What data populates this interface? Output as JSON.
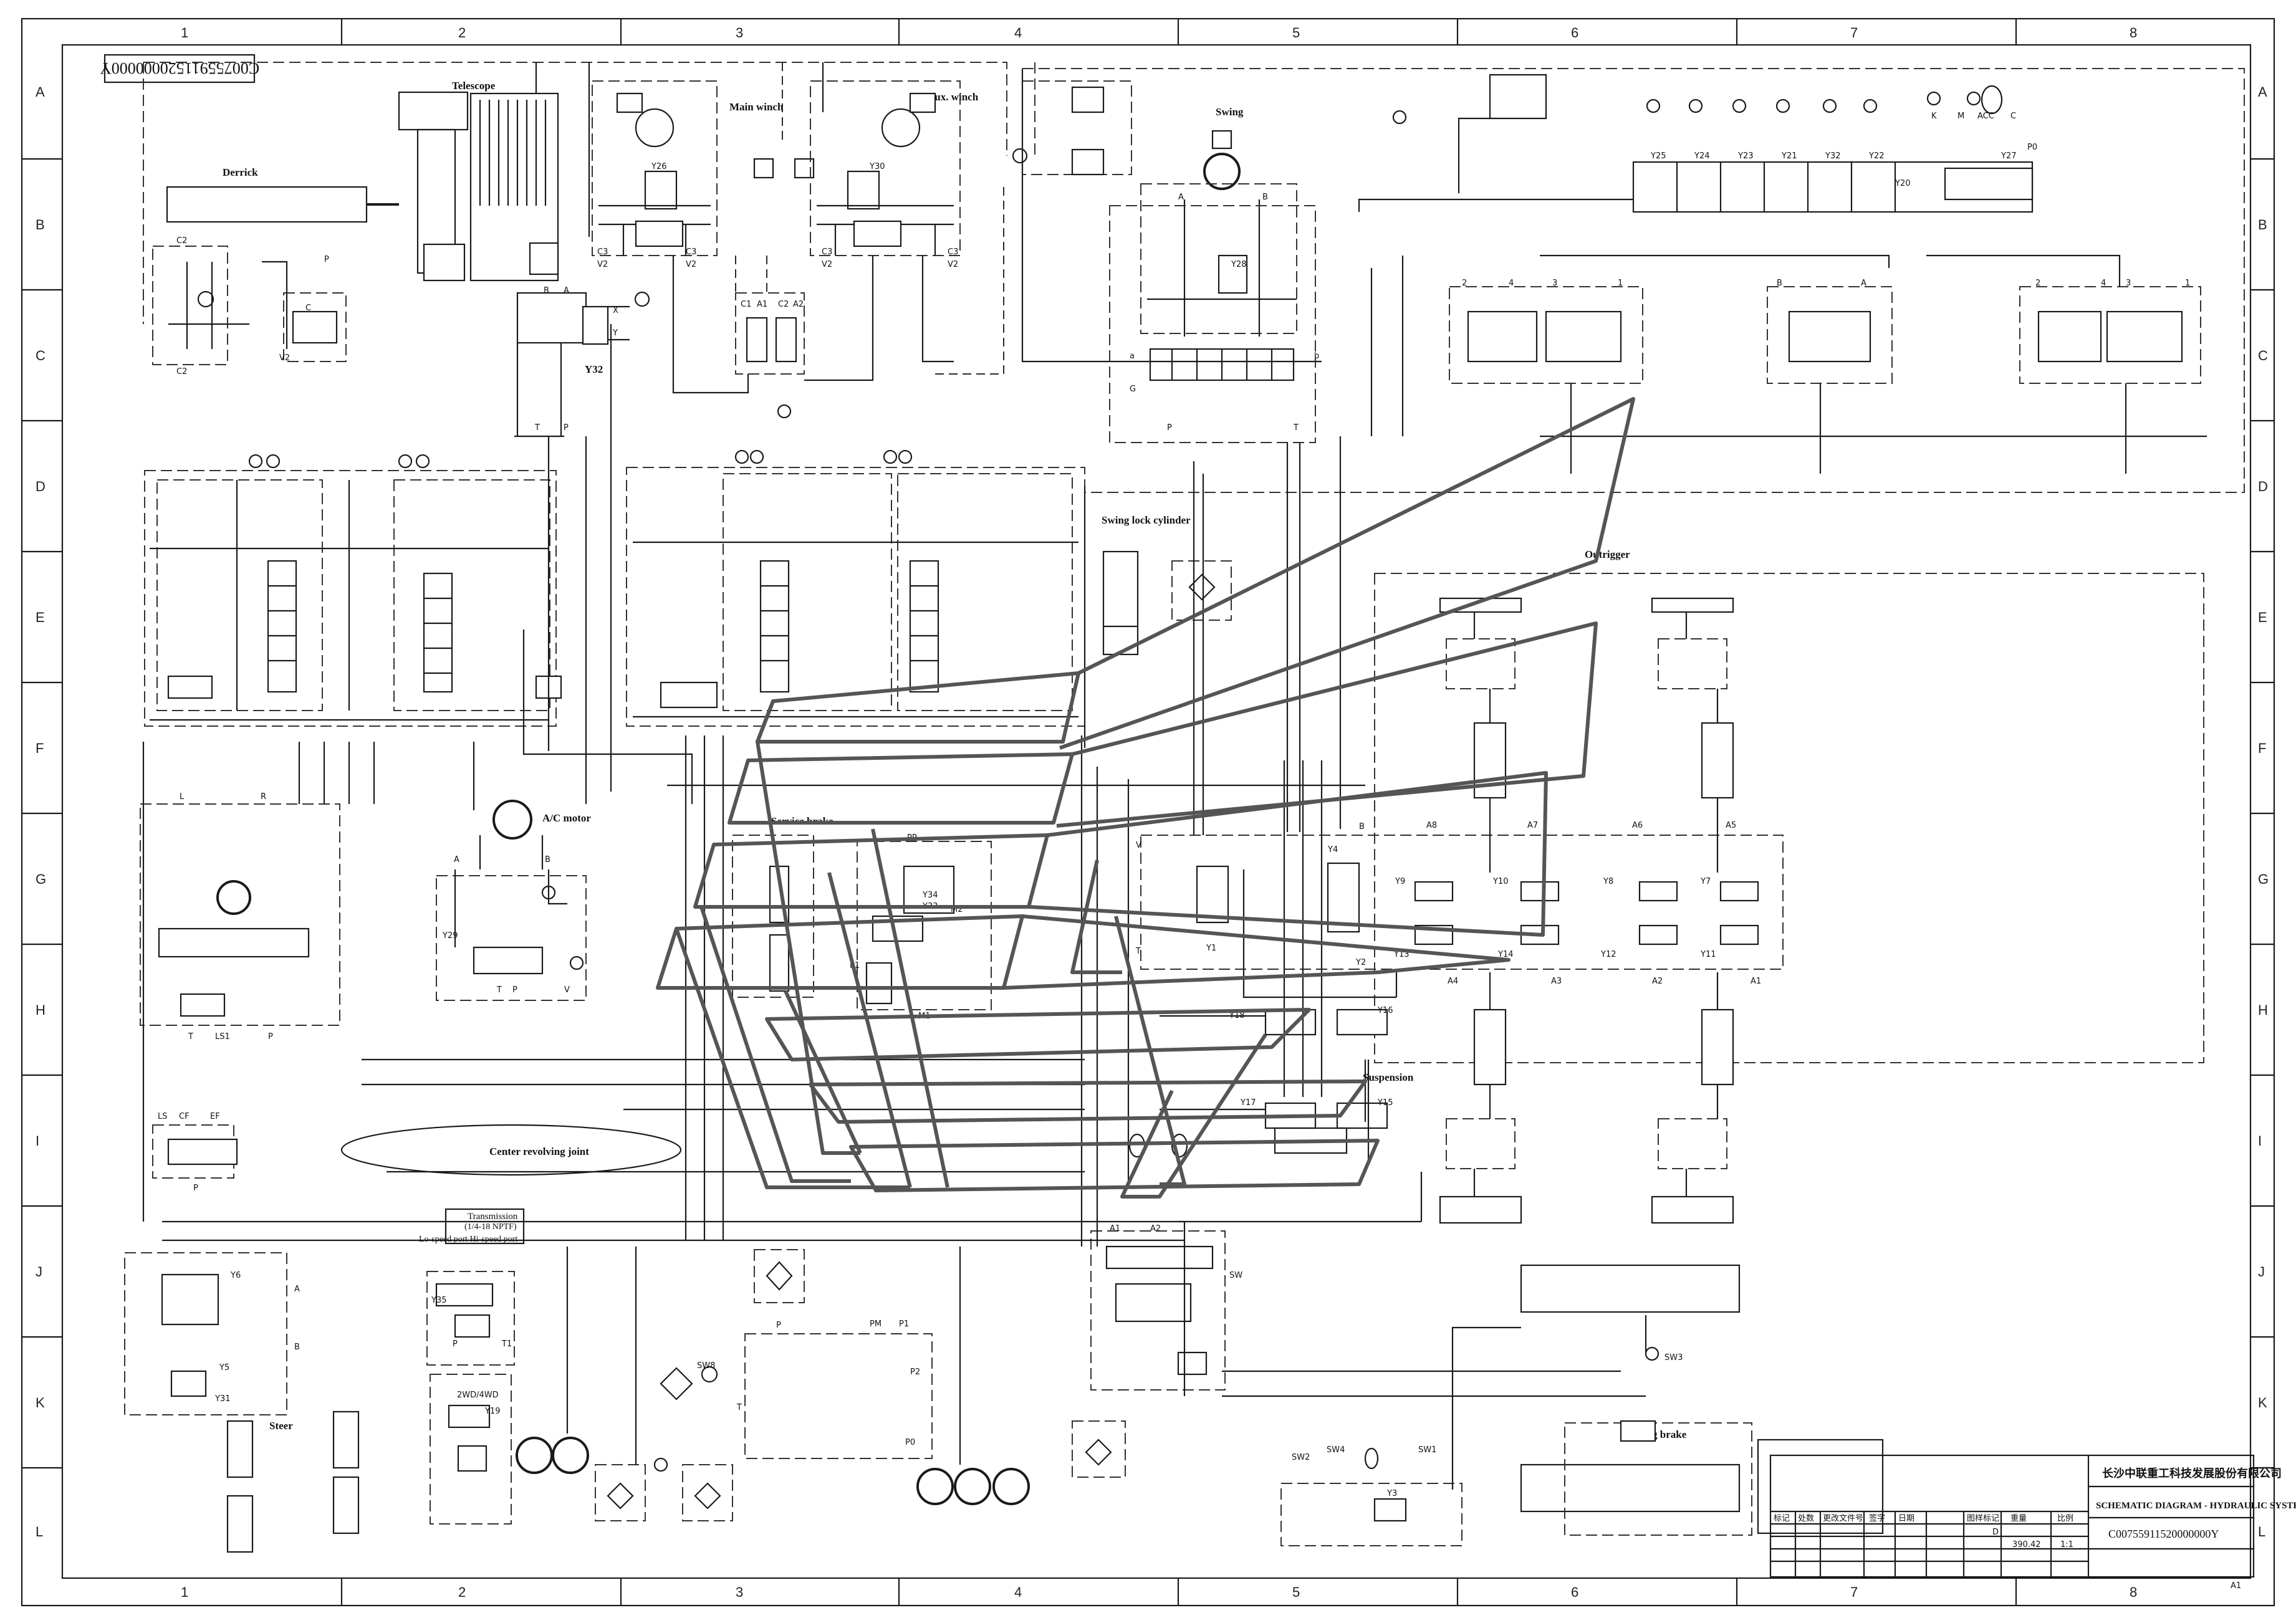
{
  "drawing_number_stamp": "C00755911520000000Y",
  "grid": {
    "columns": [
      "1",
      "2",
      "3",
      "4",
      "5",
      "6",
      "7",
      "8"
    ],
    "rows": [
      "A",
      "B",
      "C",
      "D",
      "E",
      "F",
      "G",
      "H",
      "I",
      "J",
      "K",
      "L"
    ]
  },
  "labels": {
    "derrick": "Derrick",
    "telescope": "Telescope",
    "main_winch": "Main winch",
    "aux_winch": "Aux. winch",
    "swing": "Swing",
    "swing_lock_cylinder": "Swing lock cylinder",
    "outrigger": "Outrigger",
    "service_brake": "Service brake",
    "ac_motor": "A/C motor",
    "center_revolving_joint": "Center revolving joint",
    "suspension": "Suspension",
    "steer": "Steer",
    "transmission": "Transmission",
    "transmission_spec": "(1/4-18 NPTF)",
    "transmission_ports": "Lo-speed port  Hi-speed port",
    "parking_brake": "Parking brake",
    "mode_2wd_4wd": "2WD/4WD"
  },
  "solenoids": [
    "Y32",
    "Y26",
    "Y30",
    "Y29",
    "Y28",
    "Y25",
    "Y24",
    "Y23",
    "Y21",
    "Y32",
    "Y22",
    "Y20",
    "Y27",
    "Y4",
    "Y9",
    "Y10",
    "Y8",
    "Y7",
    "Y13",
    "Y14",
    "Y12",
    "Y11",
    "Y1",
    "Y2",
    "Y18",
    "Y16",
    "Y17",
    "Y15",
    "Y6",
    "Y5",
    "Y31",
    "Y35",
    "Y19",
    "Y3",
    "Y34",
    "Y33"
  ],
  "switches": [
    "SW8",
    "SW3",
    "SW2",
    "SW4",
    "SW1",
    "SW"
  ],
  "ports": [
    "A",
    "B",
    "P",
    "T",
    "C2",
    "C3",
    "V2",
    "X",
    "Y",
    "LS",
    "LS1",
    "CF",
    "EF",
    "PM",
    "P1",
    "P2",
    "P0",
    "A1",
    "A2",
    "A3",
    "A4",
    "A5",
    "A6",
    "A7",
    "A8",
    "K",
    "M",
    "ACC",
    "C",
    "PP",
    "M1",
    "M2"
  ],
  "title_block": {
    "company": "长沙中联重工科技发展股份有限公司",
    "title": "SCHEMATIC DIAGRAM - HYDRAULIC SYSTEM",
    "drawing_no": "C00755911520000000Y",
    "weight": "390.42",
    "scale": "1:1",
    "stage": "D",
    "headers": [
      "图样标记",
      "重量",
      "比例"
    ],
    "rows_left": [
      "标记",
      "处数",
      "更改文件号",
      "签字",
      "日期"
    ],
    "sheet_size": "A1"
  }
}
